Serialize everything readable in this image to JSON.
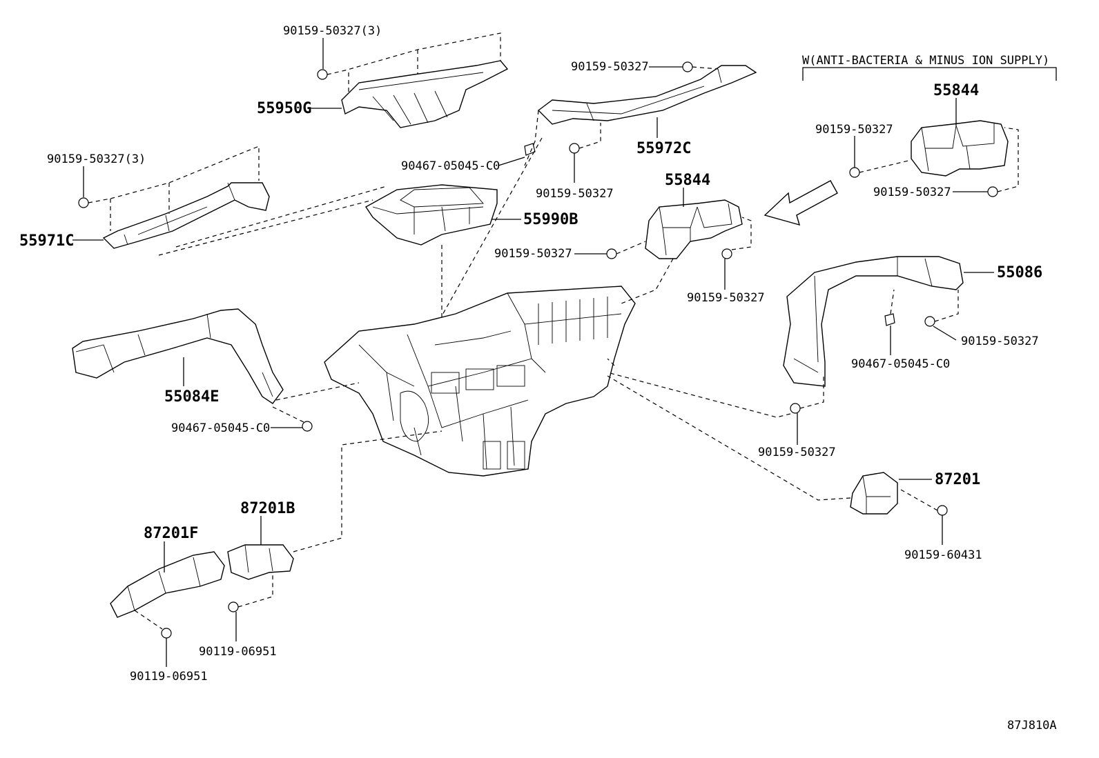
{
  "diagram_code": "87J810A",
  "option_note": "W(ANTI-BACTERIA & MINUS ION SUPPLY)",
  "parts": {
    "clip_3_top": "90159-50327(3)",
    "duct_55950g": "55950G",
    "clip_3_left": "90159-50327(3)",
    "duct_55971c": "55971C",
    "clip_55972c_top": "90159-50327",
    "duct_55972c": "55972C",
    "screw_55972c": "90467-05045-C0",
    "clip_55972c_bottom": "90159-50327",
    "duct_55990b": "55990B",
    "vent_55844_mid": "55844",
    "clip_55844_mid_left": "90159-50327",
    "clip_55844_mid_right": "90159-50327",
    "vent_55844_right": "55844",
    "clip_55844_right_top": "90159-50327",
    "clip_55844_right_bottom": "90159-50327",
    "duct_55086": "55086",
    "screw_55086": "90467-05045-C0",
    "clip_55086": "90159-50327",
    "clip_55086_bottom": "90159-50327",
    "duct_55084e": "55084E",
    "screw_55084e": "90467-05045-C0",
    "sensor_87201": "87201",
    "bolt_87201": "90159-60431",
    "duct_87201b": "87201B",
    "bolt_87201b": "90119-06951",
    "duct_87201f": "87201F",
    "bolt_87201f": "90119-06951"
  }
}
